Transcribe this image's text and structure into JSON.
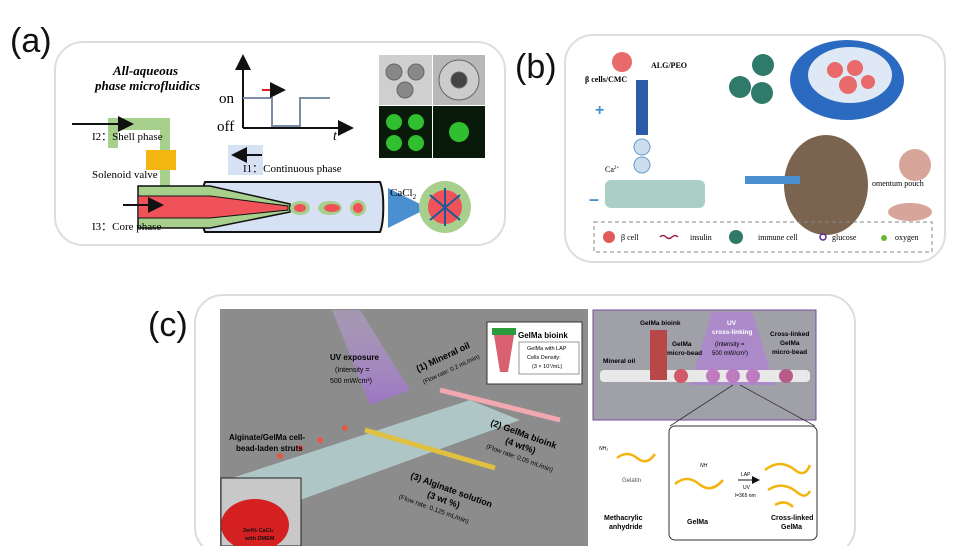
{
  "panels": {
    "a": {
      "label": "(a)",
      "title_line1": "All-aqueous",
      "title_line2": "phase microfluidics",
      "signal": {
        "on": "on",
        "off": "off",
        "t": "t"
      },
      "shell": "I2：Shell phase",
      "valve": "Solenoid valve",
      "continuous": "I1：Continuous phase",
      "core": "I3：Core phase",
      "cacl2": "CaCl",
      "cacl2_sub": "2"
    },
    "b": {
      "label": "(b)",
      "cells": "β cells/CMC",
      "alg": "ALG/PEO",
      "ca": "Ca",
      "ca_sup": "2+",
      "pouch": "omentum pouch",
      "legend": [
        {
          "name": "β cell",
          "color": "#e05a5a"
        },
        {
          "name": "insulin",
          "color": "#9a1a4a"
        },
        {
          "name": "immune cell",
          "color": "#2f7a6a"
        },
        {
          "name": "glucose",
          "color": "#5a2a9a"
        },
        {
          "name": "oxygen",
          "color": "#66bb33"
        }
      ]
    },
    "c": {
      "label": "(c)",
      "uv": "UV exposure",
      "uv_int1": "(Intensity =",
      "uv_int2": "500 mW/cm²)",
      "oil": "(1) Mineral oil",
      "oil_rate": "(Flow rate: 0.2 mL/min)",
      "bioink_box_title": "GelMa bioink",
      "bioink_lap": "GelMa with LAP",
      "bioink_density1": "Cells Density:",
      "bioink_density2": "(3 × 10⁷/mL)",
      "gelma": "(2) GelMa bioink",
      "gelma_wt": "(4 wt%)",
      "gelma_rate": "(Flow rate: 0.05 mL/min)",
      "alg": "(3) Alginate solution",
      "alg_wt": "(3 wt %)",
      "alg_rate": "(Flow rate: 0.125 mL/min)",
      "struts1": "Alginate/GelMa cell-",
      "struts2": "bead-laden struts",
      "dish1": "2wt% CaCl₂",
      "dish2": "with DMEM",
      "r_bioink": "GelMa bioink",
      "r_oil": "Mineral oil",
      "r_bead1": "GelMa",
      "r_bead2": "micro-bead",
      "r_uv1": "UV",
      "r_uv2": "cross-linking",
      "r_uv3": "(Intensity =",
      "r_uv4": "500 mW/cm²)",
      "r_cl1": "Cross-linked",
      "r_cl2": "GelMa",
      "r_cl3": "micro-bead",
      "nh2": "NH₂",
      "nh": "NH",
      "gelatin": "Gelatin",
      "ma1": "Methacrylic",
      "ma2": "anhydride",
      "gelma_chem": "GelMa",
      "lap": "LAP",
      "uv_chem": "UV",
      "lambda": "l=365 nm",
      "cl_gelma1": "Cross-linked",
      "cl_gelma2": "GelMa"
    }
  }
}
